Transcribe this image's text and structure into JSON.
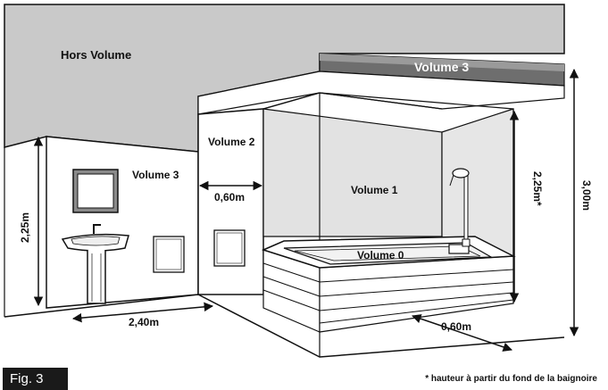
{
  "labels": {
    "hors_volume": "Hors Volume",
    "volume3_top": "Volume 3",
    "volume3_left": "Volume 3",
    "volume2": "Volume 2",
    "volume1": "Volume 1",
    "volume0": "Volume 0"
  },
  "dimensions": {
    "left_height": "2,25m",
    "floor_width": "2,40m",
    "volume2_width": "0,60m",
    "tub_height": "2,25m*",
    "ceiling_height": "3,00m",
    "tub_offset": "0,60m"
  },
  "figure_label": "Fig. 3",
  "footnote": "* hauteur à partir du fond de la baignoire",
  "colors": {
    "outside_wall": "#c9c9c9",
    "volume_wall": "#e2e2e2",
    "volume3_band": "#707070",
    "line": "#111111",
    "background": "#ffffff"
  }
}
